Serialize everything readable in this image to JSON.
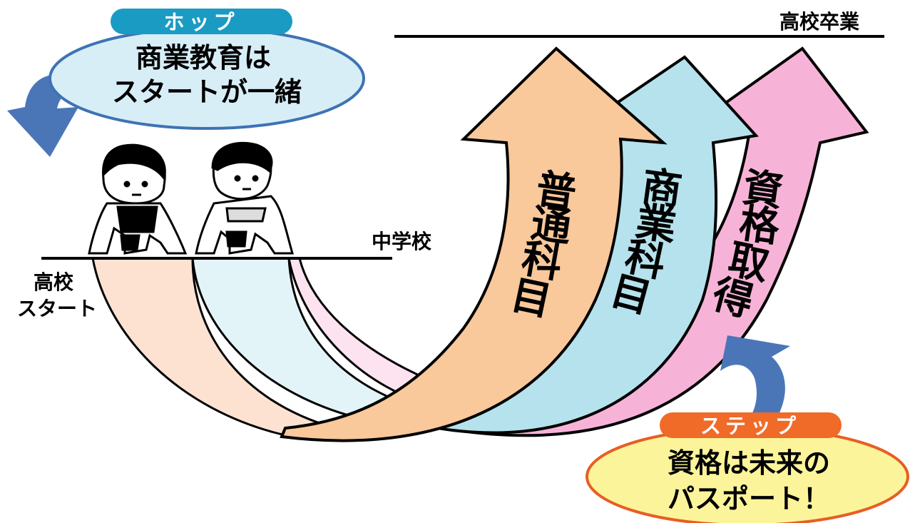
{
  "hop": {
    "tag": "ホップ",
    "line1": "商業教育は",
    "line2": "スタートが一緒"
  },
  "step": {
    "tag": "ステップ",
    "line1": "資格は未来の",
    "line2": "パスポート！"
  },
  "milestones": {
    "graduation": "高校卒業",
    "junior_high": "中学校",
    "hs_start_line1": "高校",
    "hs_start_line2": "スタート"
  },
  "arrows": [
    {
      "name": "futsu",
      "chars": [
        "普",
        "通",
        "科",
        "目"
      ],
      "color": "#f9c89b"
    },
    {
      "name": "shogyo",
      "chars": [
        "商",
        "業",
        "科",
        "目"
      ],
      "color": "#b5e2ec"
    },
    {
      "name": "shikaku",
      "chars": [
        "資",
        "格",
        "取",
        "得"
      ],
      "color": "#f7b3d7"
    }
  ],
  "colors": {
    "hop_tag": "#1a9bc4",
    "hop_bubble": "#d7eef7",
    "step_tag": "#f06a28",
    "step_bubble": "#fcf49a",
    "pointer_arrow": "#4a76b8"
  },
  "icons": [
    "runner-girl-icon",
    "runner-boy-icon",
    "curved-pointer-arrow-icon"
  ]
}
